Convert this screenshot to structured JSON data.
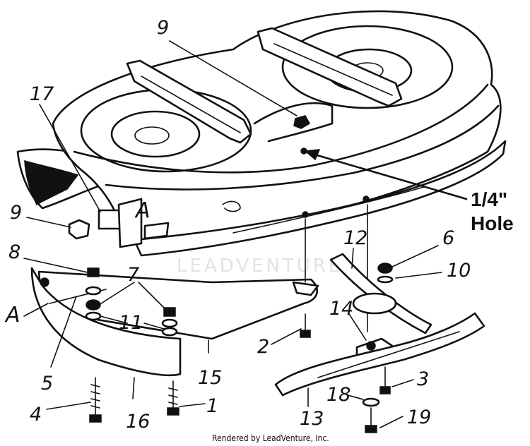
{
  "callouts": {
    "c1": "1",
    "c2": "2",
    "c3": "3",
    "c4": "4",
    "c5": "5",
    "c6": "6",
    "c7": "7",
    "c8": "8",
    "c9a": "9",
    "c9b": "9",
    "c10": "10",
    "c11": "11",
    "c12": "12",
    "c13": "13",
    "c14": "14",
    "c15": "15",
    "c16": "16",
    "c17": "17",
    "c18": "18",
    "c19": "19"
  },
  "section_marks": {
    "upper": "A",
    "lower": "A"
  },
  "hole_note": {
    "line1": "1/4\"",
    "line2": "Hole"
  },
  "watermark": "LEADVENTURE",
  "footer": "Rendered by LeadVenture, Inc."
}
